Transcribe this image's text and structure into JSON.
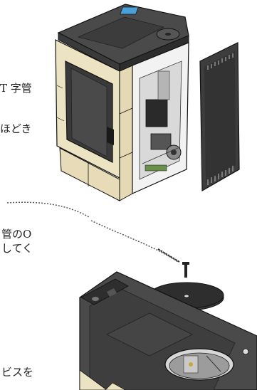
{
  "texts": {
    "t_pipe": "T 字管",
    "unwind": "ほどき",
    "oring_line1": "管のO",
    "oring_line2": "してく",
    "screw": "ビスを"
  }
}
